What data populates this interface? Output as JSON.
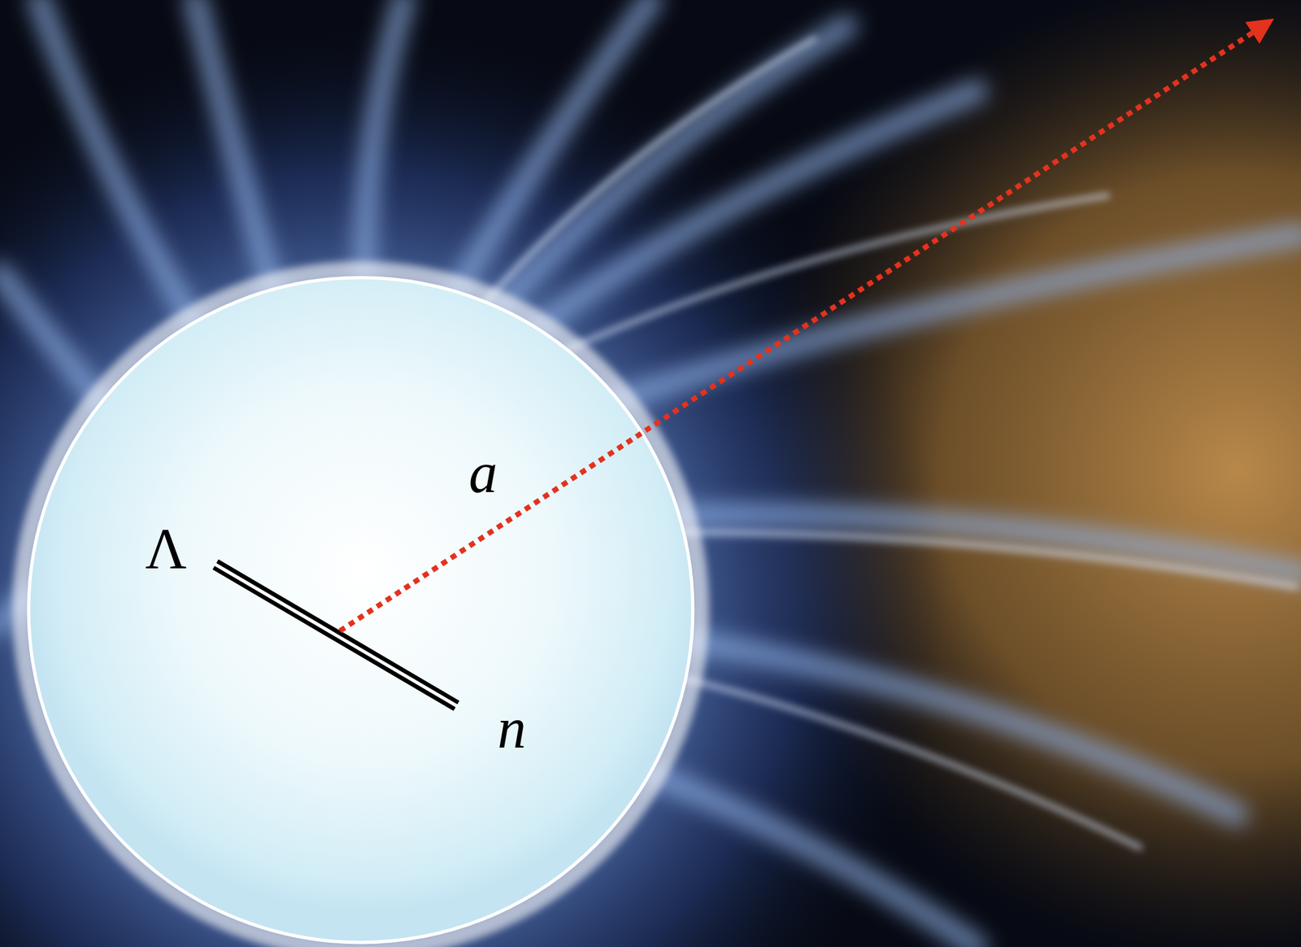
{
  "diagram": {
    "labels": [
      "a",
      "Λ",
      "n"
    ]
  }
}
